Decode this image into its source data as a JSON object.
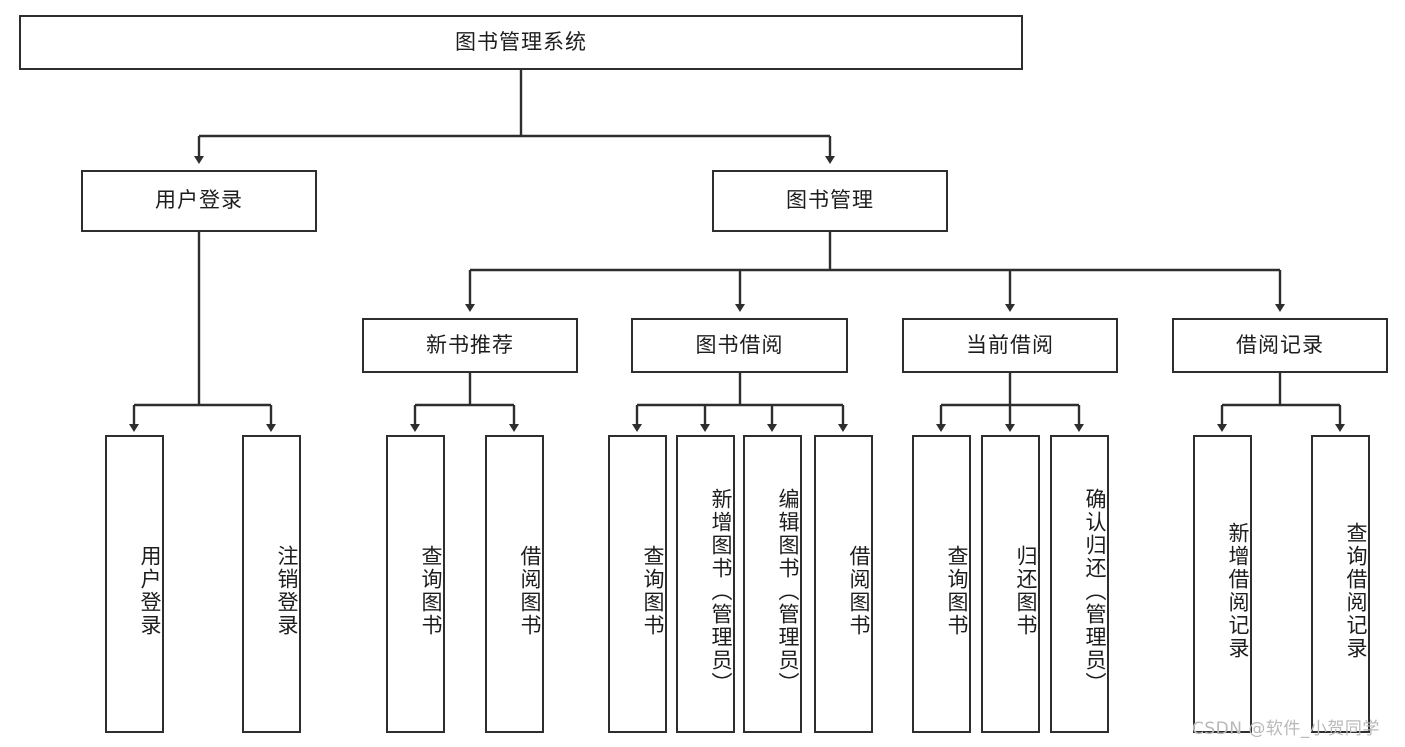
{
  "diagram": {
    "title": "图书管理系统",
    "type": "tree-hierarchy-diagram",
    "colors": {
      "box_border": "#2e2e2e",
      "box_fill": "#ffffff",
      "edge": "#2e2e2e",
      "text": "#1d1d1d",
      "watermark": "#b9b9b9",
      "background": "#ffffff"
    }
  },
  "watermark": {
    "text": "CSDN @软件_小贺同学"
  },
  "root": {
    "label": "图书管理系统"
  },
  "level2": [
    {
      "label": "用户登录"
    },
    {
      "label": "图书管理"
    }
  ],
  "level3": [
    {
      "label": "新书推荐"
    },
    {
      "label": "图书借阅"
    },
    {
      "label": "当前借阅"
    },
    {
      "label": "借阅记录"
    }
  ],
  "leaves": {
    "user_login": [
      {
        "label": "用户登录"
      },
      {
        "label": "注销登录"
      }
    ],
    "new_book_recommend": [
      {
        "label": "查询图书"
      },
      {
        "label": "借阅图书"
      }
    ],
    "book_borrow": [
      {
        "label": "查询图书"
      },
      {
        "label": "新增图书（管理员）"
      },
      {
        "label": "编辑图书（管理员）"
      },
      {
        "label": "借阅图书"
      }
    ],
    "current_borrow": [
      {
        "label": "查询图书"
      },
      {
        "label": "归还图书"
      },
      {
        "label": "确认归还（管理员）"
      }
    ],
    "borrow_record": [
      {
        "label": "新增借阅记录"
      },
      {
        "label": "查询借阅记录"
      }
    ]
  }
}
